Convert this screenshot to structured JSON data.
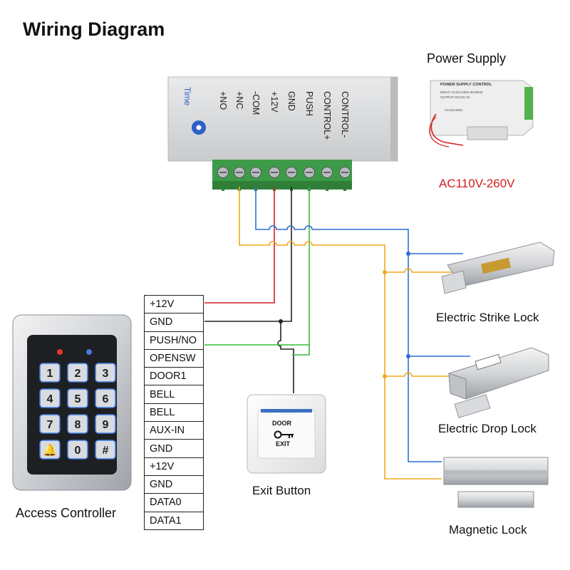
{
  "title": "Wiring Diagram",
  "power_supply": {
    "label": "Power Supply",
    "voltage": "AC110V-260V",
    "module_header": "POWER SUPPLY CONTROL",
    "module_spec_1": "INPUT: AC110-260V 50-60HZ",
    "module_spec_2": "OUTPUT: DC12V 3A",
    "module_footnote": "AC110-260V"
  },
  "control_module": {
    "time_label": "Time",
    "terminals": [
      "+NO",
      "+NC",
      "-COM",
      "+12V",
      "GND",
      "PUSH",
      "CONTROL+",
      "CONTROL-"
    ]
  },
  "access_controller": {
    "label": "Access Controller",
    "keys": [
      "1",
      "2",
      "3",
      "4",
      "5",
      "6",
      "7",
      "8",
      "9",
      "🔔",
      "0",
      "#"
    ],
    "terminals": [
      "+12V",
      "GND",
      "PUSH/NO",
      "OPENSW",
      "DOOR1",
      "BELL",
      "BELL",
      "AUX-IN",
      "GND",
      "+12V",
      "GND",
      "DATA0",
      "DATA1"
    ]
  },
  "exit_button": {
    "label": "Exit Button",
    "top_text": "DOOR",
    "bottom_text": "EXIT"
  },
  "locks": {
    "strike": "Electric Strike Lock",
    "drop": "Electric Drop Lock",
    "magnetic": "Magnetic Lock"
  },
  "colors": {
    "red_wire": "#d42020",
    "black_wire": "#222222",
    "green_wire": "#3cb83c",
    "blue_wire": "#2a6fd6",
    "orange_wire": "#f0a81e",
    "terminal_block": "#3d9b48",
    "keypad_glow": "#3f7ae0"
  }
}
